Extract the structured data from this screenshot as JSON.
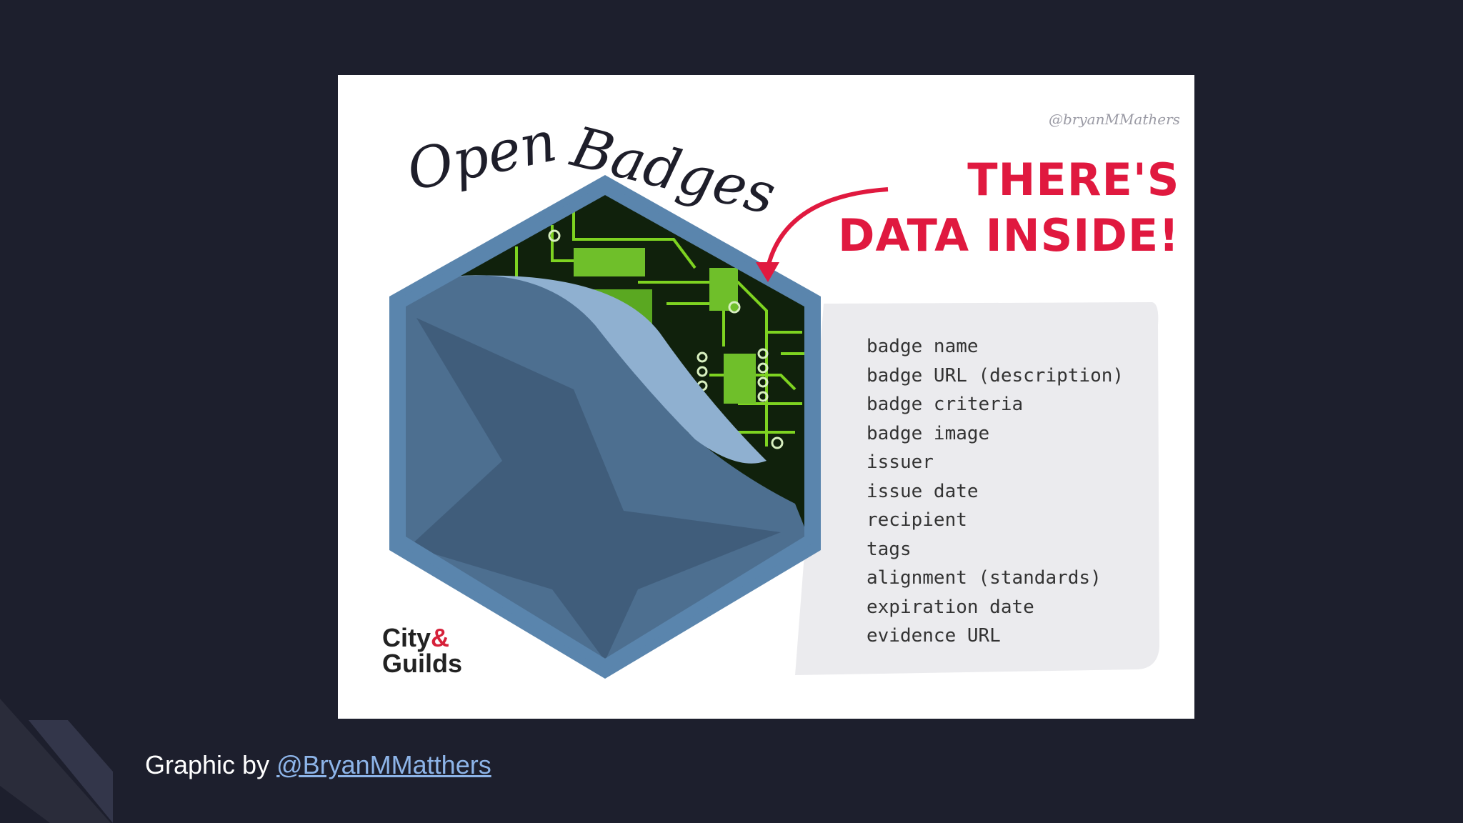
{
  "slide_image": {
    "title": "Open Badges",
    "title_word_1": "Open",
    "title_word_2": "Badges",
    "callout_line_1": "THERE'S",
    "callout_line_2": "DATA INSIDE!",
    "watermark": "@bryanMMathers",
    "fields": [
      "badge name",
      "badge URL (description)",
      "badge criteria",
      "badge image",
      "issuer",
      "issue date",
      "recipient",
      "tags",
      "alignment (standards)",
      "expiration date",
      "evidence URL"
    ],
    "logo_line_1": "City",
    "logo_amp": "&",
    "logo_line_2": "Guilds"
  },
  "caption": {
    "prefix": "Graphic by ",
    "link_text": "@BryanMMatthers"
  },
  "colors": {
    "background": "#1d1f2d",
    "link": "#8db4e8",
    "callout": "#e0193f",
    "circuit_green": "#7ed321",
    "badge_blue": "#4a6a8a"
  }
}
